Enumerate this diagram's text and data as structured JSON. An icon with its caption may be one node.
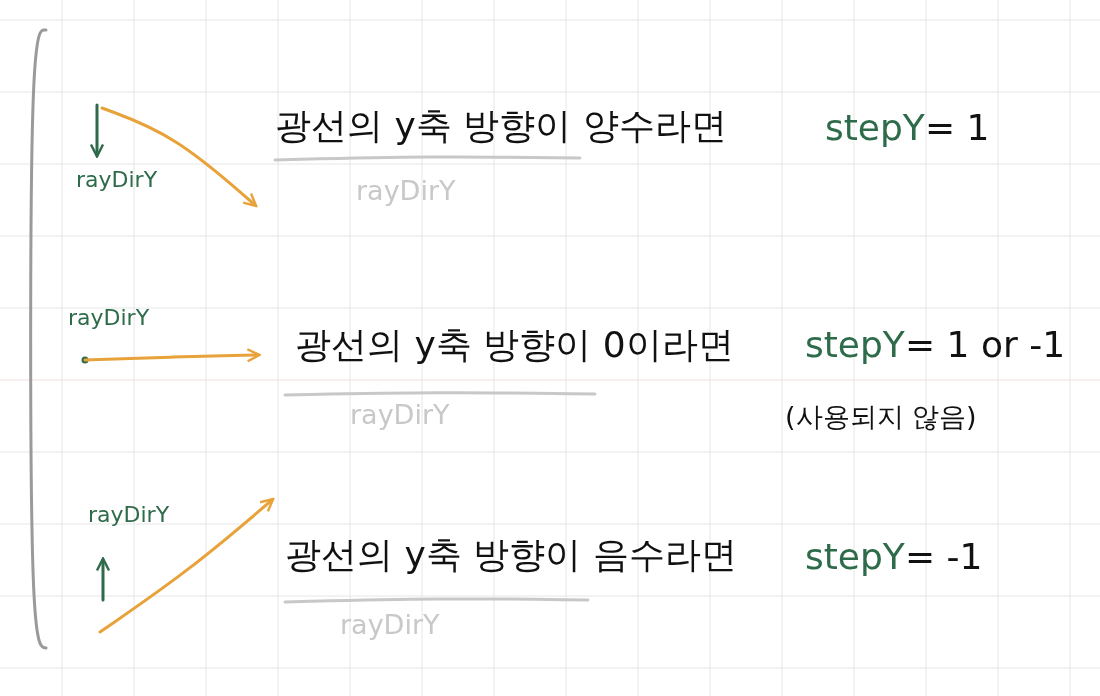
{
  "diagram": {
    "labels": [
      "광선의 y축 방향이 양수라면",
      "stepY",
      "= 1",
      "rayDirY",
      "rayDirY",
      "rayDirY",
      "광선의 y축 방향이 0이라면",
      "stepY",
      "= 1 or -1",
      "rayDirY",
      "(사용되지 않음)",
      "rayDirY",
      "광선의 y축 방향이 음수라면",
      "stepY",
      "= -1",
      "rayDirY"
    ]
  }
}
